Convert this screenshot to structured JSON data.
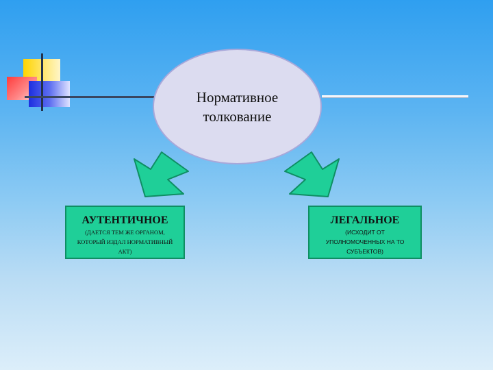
{
  "center": {
    "text": "Нормативное\nтолкование"
  },
  "left_box": {
    "title": "АУТЕНТИЧНОЕ",
    "description": "(ДАЕТСЯ ТЕМ ЖЕ ОРГАНОМ,\nКОТОРЫЙ ИЗДАЛ НОРМАТИВНЫЙ\nАКТ)"
  },
  "right_box": {
    "title": "ЛЕГАЛЬНОЕ",
    "description": "(ИСХОДИТ ОТ\nУПОЛНОМОЧЕННЫХ НА ТО\nСУБЪЕКТОВ)"
  },
  "colors": {
    "box_fill": "#1fcf98",
    "ellipse_fill": "#dcdcf0",
    "arrow_fill": "#1fcf98"
  }
}
